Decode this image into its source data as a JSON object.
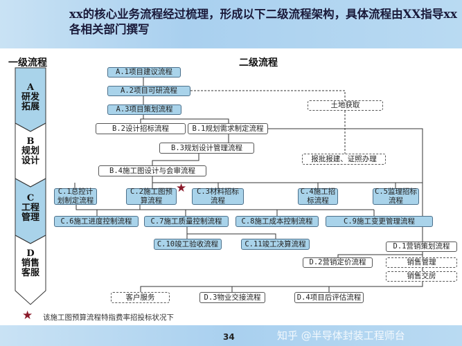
{
  "title": "xx的核心业务流程经过梳理，形成以下二级流程架构，具体流程由XX指导xx各相关部门撰写",
  "headers": {
    "level1": "一级流程",
    "level2": "二级流程"
  },
  "level1": [
    {
      "code": "A",
      "label": "研发拓展",
      "color": "#a9d3ea"
    },
    {
      "code": "B",
      "label": "规划设计",
      "color": "#ffffff"
    },
    {
      "code": "C",
      "label": "工程管理",
      "color": "#a9d3ea"
    },
    {
      "code": "D",
      "label": "销售客服",
      "color": "#ffffff"
    }
  ],
  "boxes": {
    "a1": "A.1项目建议流程",
    "a2": "A.2项目可研流程",
    "a3": "A.3项目策划流程",
    "land": "土地获取",
    "permit": "报批报建、证照办理",
    "b2": "B.2设计招标流程",
    "b1": "B.1规划需求制定流程",
    "b3": "B.3规划设计管理流程",
    "b4": "B.4施工图设计与会审流程",
    "c1": "C.1总控计划制定流程",
    "c2": "C.2施工图预算流程",
    "c3": "C.3材料招标流程",
    "c4": "C.4施工招标流程",
    "c5": "C.5监理招标流程",
    "c6": "C.6施工进度控制流程",
    "c7": "C.7施工质量控制流程",
    "c8": "C.8施工成本控制流程",
    "c9": "C.9施工变更管理流程",
    "c10": "C.10竣工验收流程",
    "c11": "C.11竣工决算流程",
    "d1": "D.1营销策划流程",
    "d2": "D.2营销定价流程",
    "salesmgmt": "销售管理",
    "handover": "销售交房",
    "service": "客户服务",
    "d3": "D.3物业交接流程",
    "d4": "D.4项目后评估流程"
  },
  "footnote": "该施工图预算流程特指费率招投标状况下",
  "footnote_marker": "star-icon",
  "star_color": "#8b1a2a",
  "page_number": "34",
  "watermark": "知乎 @半导体封装工程师台"
}
